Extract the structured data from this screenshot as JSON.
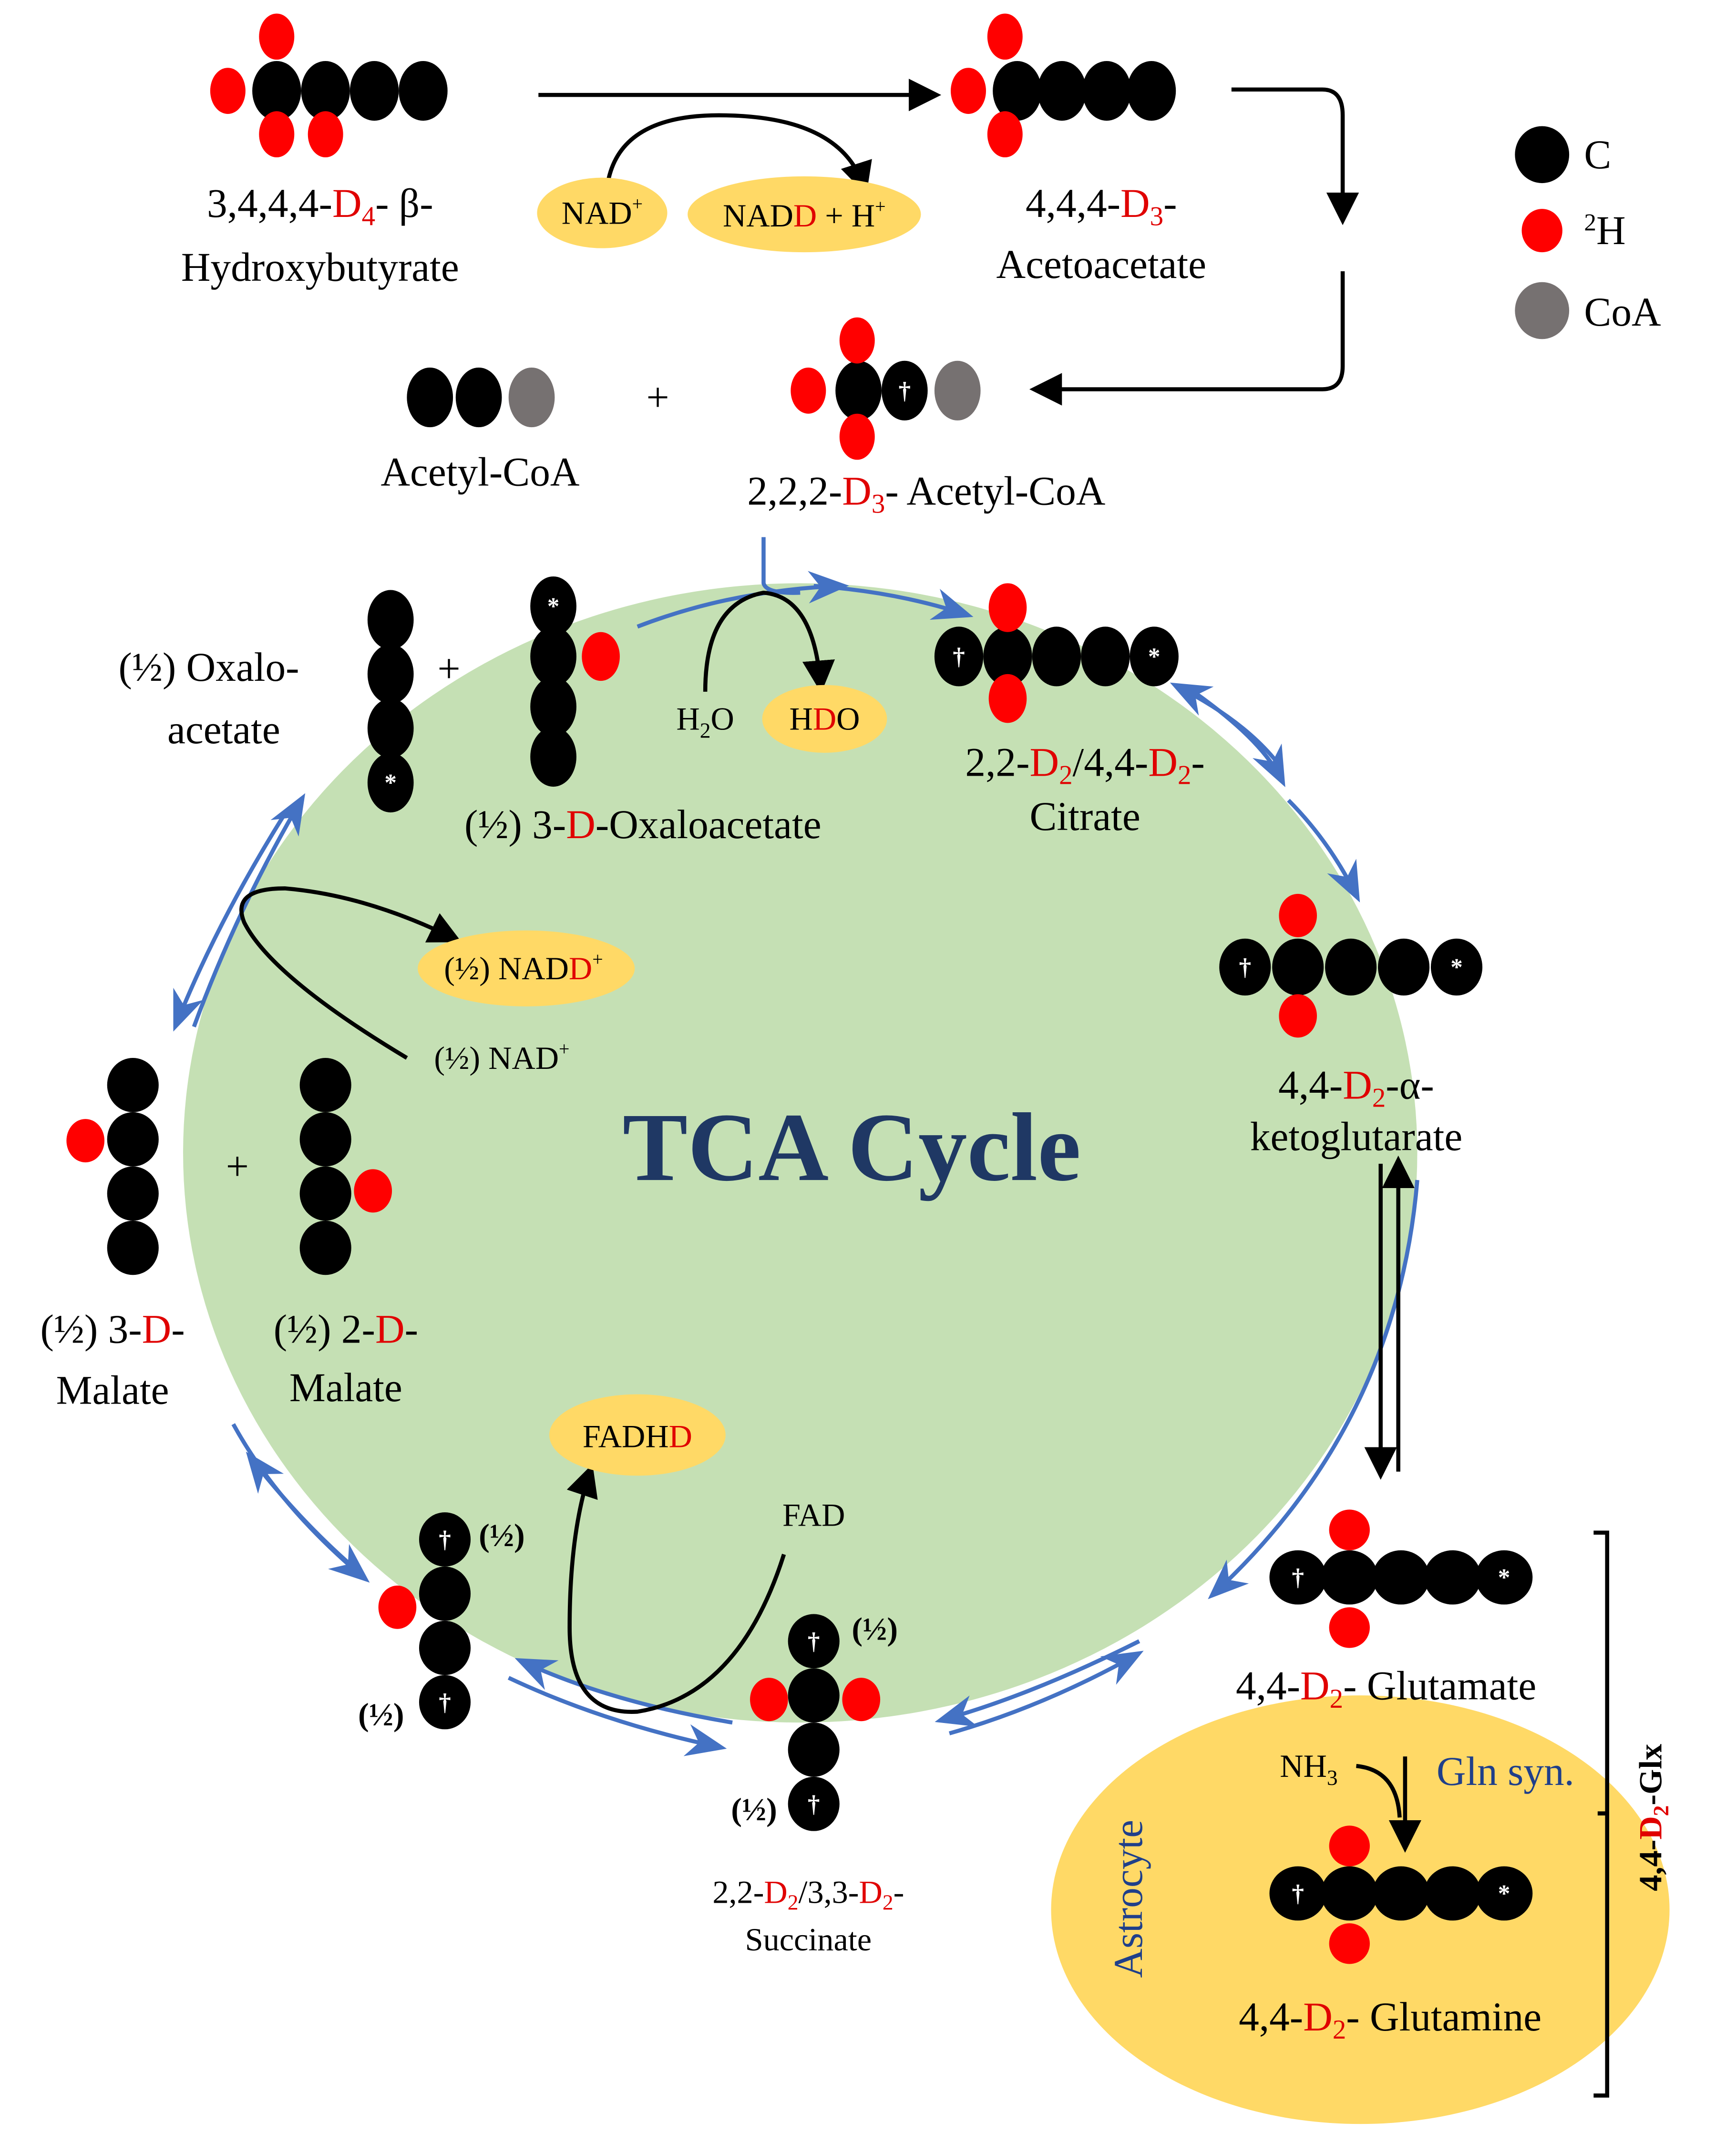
{
  "colors": {
    "carbon": "#000000",
    "deuterium": "#ff0000",
    "coa": "#767171",
    "cycle_fill": "#c5e0b4",
    "cycle_arrow": "#4472c4",
    "cofactor_fill": "#ffd966",
    "title": "#1f3864",
    "astrocyte_fill": "#ffd966",
    "label_highlight": "#e00000"
  },
  "legend": {
    "items": [
      {
        "symbol": "black-circle",
        "label": "C"
      },
      {
        "symbol": "red-circle",
        "label": "H",
        "superscript": "2"
      },
      {
        "symbol": "gray-circle",
        "label": "CoA"
      }
    ]
  },
  "title": "TCA Cycle",
  "molecules": {
    "bhb": {
      "prefix": "3,4,4,4-",
      "d": "D",
      "sub": "4",
      "suffix": "- β-",
      "line2": "Hydroxybutyrate"
    },
    "acetoacetate": {
      "prefix": "4,4,4-",
      "d": "D",
      "sub": "3",
      "suffix": "-",
      "line2": "Acetoacetate"
    },
    "acetyl_coa": {
      "label": "Acetyl-CoA"
    },
    "d3_acetyl_coa": {
      "prefix": "2,2,2-",
      "d": "D",
      "sub": "3",
      "suffix": "- Acetyl-CoA"
    },
    "oxaloacetate": {
      "line1": "(½) Oxalo-",
      "line2": "acetate"
    },
    "d_oxaloacetate": {
      "prefix": "(½) 3-",
      "d": "D",
      "suffix": "-Oxaloacetate"
    },
    "citrate": {
      "prefix": "2,2-",
      "d": "D",
      "sub": "2",
      "mid": "/4,4-",
      "d2": "D",
      "sub2": "2",
      "suffix": "-",
      "line2": "Citrate"
    },
    "akg": {
      "prefix": "4,4-",
      "d": "D",
      "sub": "2",
      "suffix": "-α-",
      "line2": "ketoglutarate"
    },
    "glutamate": {
      "prefix": "4,4-",
      "d": "D",
      "sub": "2",
      "suffix": "- Glutamate"
    },
    "glutamine": {
      "prefix": "4,4-",
      "d": "D",
      "sub": "2",
      "suffix": "- Glutamine"
    },
    "succinate": {
      "prefix": "2,2-",
      "d": "D",
      "sub": "2",
      "mid": "/3,3-",
      "d2": "D",
      "sub2": "2",
      "suffix": "-",
      "line2": "Succinate"
    },
    "malate3": {
      "prefix": "(½) 3-",
      "d": "D",
      "suffix": "-",
      "line2": "Malate"
    },
    "malate2": {
      "prefix": "(½) 2-",
      "d": "D",
      "suffix": "-",
      "line2": "Malate"
    },
    "half_label": "(½)"
  },
  "cofactors": {
    "nad": {
      "label": "NAD",
      "sup": "+"
    },
    "nadd": {
      "label": "NAD",
      "d": "D",
      "rest": " + H",
      "sup": "+"
    },
    "h2o": {
      "label": "H",
      "sub": "2",
      "rest": "O"
    },
    "hdo": {
      "h": "H",
      "d": "D",
      "o": "O"
    },
    "half_nadd": {
      "label": "(½) NAD",
      "d": "D",
      "sup": "+"
    },
    "half_nad": {
      "label": "(½) NAD",
      "sup": "+"
    },
    "fadhd": {
      "label": "FADH",
      "d": "D"
    },
    "fad": {
      "label": "FAD"
    },
    "nh3": {
      "label": "NH",
      "sub": "3"
    }
  },
  "operators": {
    "plus": "+"
  },
  "enzyme": {
    "gln_syn": "Gln syn."
  },
  "compartment": {
    "astrocyte": "Astrocyte"
  },
  "bracket_label": {
    "prefix": "4,4-",
    "d": "D",
    "sub": "2",
    "suffix": "-Glx"
  },
  "markers": {
    "dagger": "†",
    "asterisk": "*"
  }
}
